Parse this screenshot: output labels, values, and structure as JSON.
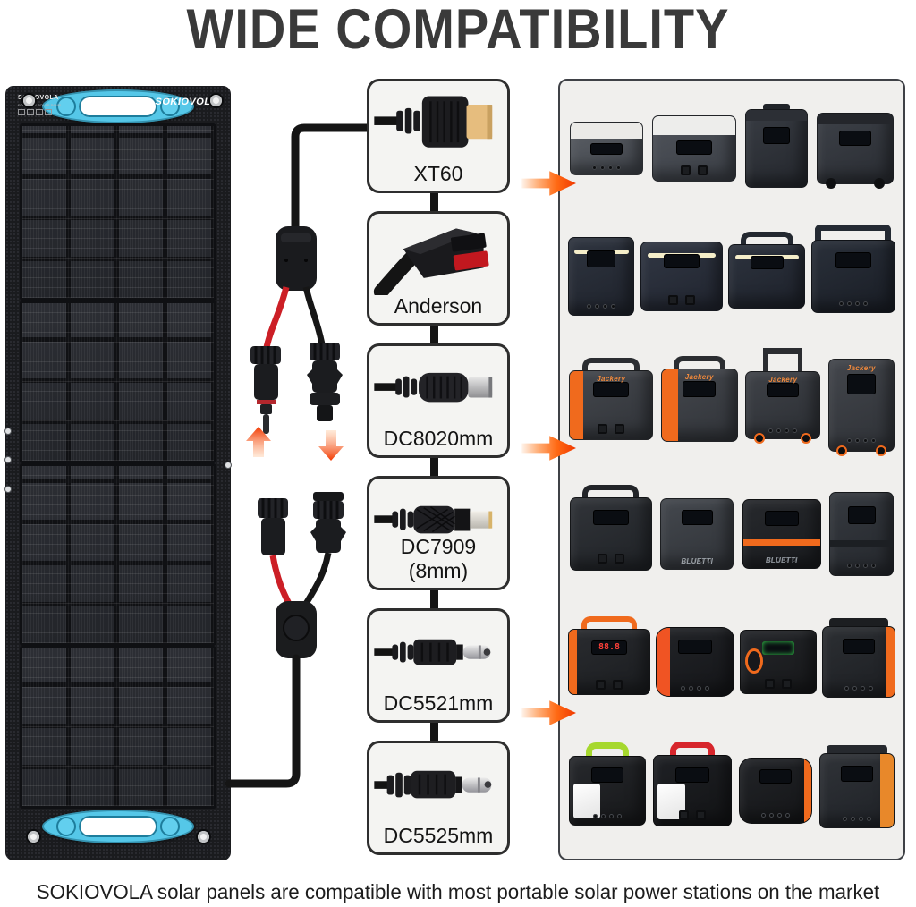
{
  "title": "WIDE COMPATIBILITY",
  "footer": "SOKIOVOLA solar panels are compatible with most portable solar power stations on the market",
  "colors": {
    "accent_orange": "#f06a1d",
    "arrow_red": "#f03800",
    "handle_cyan": "#55c7e8",
    "panel_fabric": "#1a1b1e",
    "connector_box_bg": "#f4f4f2",
    "title_gray": "#3a3a3a"
  },
  "solar_panel": {
    "brand": "SOKIOVOLA",
    "label_title": "SOKIOVOLA",
    "label_subtitle": "FOLDABLE SOLAR PANEL",
    "certification_icons": [
      "ce-icon",
      "fcc-icon",
      "rohs-icon",
      "recycle-icon"
    ],
    "sections": 4,
    "handle_positions": [
      "top",
      "bottom"
    ]
  },
  "cable_assembly": {
    "icons": [
      "y-splitter-icon",
      "mc4-connector-pair-icon",
      "arrow-up-icon",
      "arrow-down-icon"
    ],
    "wire_colors": [
      "#cc1f26",
      "#161616"
    ]
  },
  "connectors": {
    "boxes": [
      {
        "label": "XT60",
        "variant": "xt60",
        "arrow": true
      },
      {
        "label": "Anderson",
        "variant": "anderson",
        "arrow": false
      },
      {
        "label": "DC8020mm",
        "variant": "dc8020",
        "arrow": true
      },
      {
        "label": "DC7909 (8mm)",
        "variant": "dc7909",
        "arrow": false
      },
      {
        "label": "DC5521mm",
        "variant": "dc5521",
        "arrow": true
      },
      {
        "label": "DC5525mm",
        "variant": "dc5525",
        "arrow": false
      }
    ]
  },
  "stations": {
    "rows": [
      [
        {
          "w": 82,
          "h": 60,
          "body": "#5c6066",
          "body2": "#3f434a",
          "top": "#ebeae7",
          "th": 32,
          "screen": 1,
          "ports": 1
        },
        {
          "w": 94,
          "h": 74,
          "body": "#50545b",
          "body2": "#3a3e45",
          "top": "#ededeb",
          "th": 30,
          "screen": 1,
          "outlets": 1
        },
        {
          "w": 70,
          "h": 88,
          "body": "#383c43",
          "body2": "#24272d",
          "top": "#2c2f35",
          "th": 14,
          "screen": 1,
          "handle": "flap",
          "hcolor": "#212429"
        },
        {
          "w": 86,
          "h": 80,
          "body": "#3d4148",
          "body2": "#292c32",
          "top": "#24262b",
          "th": 16,
          "screen": 1,
          "wheels": 1,
          "wcolor": "#101113"
        }
      ],
      [
        {
          "w": 74,
          "h": 88,
          "body": "#2f3540",
          "body2": "#1e222b",
          "lightbar": 1,
          "screen": 1,
          "ports": 1
        },
        {
          "w": 92,
          "h": 78,
          "body": "#313744",
          "body2": "#20242e",
          "lightbar": 1,
          "screen": 1,
          "outlets": 1
        },
        {
          "w": 86,
          "h": 72,
          "body": "#2d333e",
          "body2": "#1d212a",
          "lightbar": 1,
          "screen": 1,
          "handle": "arch",
          "hcolor": "#232830"
        },
        {
          "w": 94,
          "h": 82,
          "body": "#2a303a",
          "body2": "#191d25",
          "screen": 1,
          "handle": "frame",
          "hcolor": "#242a33",
          "ports": 1
        }
      ],
      [
        {
          "w": 94,
          "h": 78,
          "body": "#45484e",
          "body2": "#303338",
          "screen": 1,
          "outlets": 1,
          "accent": "#f06a1d",
          "aside": "left",
          "aw": 16,
          "handle": "arch",
          "hcolor": "#2b2d31",
          "label": "Jackery",
          "lcolor": "#f28a3c"
        },
        {
          "w": 86,
          "h": 82,
          "body": "#45484e",
          "body2": "#303338",
          "screen": 1,
          "accent": "#f06a1d",
          "aside": "left",
          "aw": 22,
          "handle": "arch",
          "hcolor": "#2b2d31",
          "label": "Jackery",
          "lcolor": "#f28a3c"
        },
        {
          "w": 84,
          "h": 76,
          "body": "#3f4248",
          "body2": "#2b2e33",
          "screen": 1,
          "ports": 1,
          "handle": "pole",
          "hcolor": "#2b2d31",
          "label": "Jackery",
          "lcolor": "#f28a3c",
          "wheels": 1,
          "wcolor": "#f06a1d"
        },
        {
          "w": 74,
          "h": 104,
          "body": "#43464c",
          "body2": "#2e3136",
          "screen": 1,
          "ports": 1,
          "label": "Jackery",
          "lcolor": "#f28a3c",
          "wheels": 1,
          "wcolor": "#f06a1d"
        }
      ],
      [
        {
          "w": 92,
          "h": 82,
          "body": "#313439",
          "body2": "#1f2226",
          "screen": 1,
          "outlets": 1,
          "handle": "arch",
          "hcolor": "#222428"
        },
        {
          "w": 82,
          "h": 80,
          "body": "#44484e",
          "body2": "#2f3237",
          "screen": 1,
          "ports": 1,
          "label": "BLUETTI",
          "lcolor": "#9aa0a6",
          "lpos": "bottom"
        },
        {
          "w": 88,
          "h": 78,
          "body": "#27292d",
          "body2": "#191b1e",
          "screen": 1,
          "band": "#f06a1d",
          "ports": 1,
          "label": "BLUETTI",
          "lcolor": "#8d939a",
          "lpos": "bottom"
        },
        {
          "w": 72,
          "h": 94,
          "body": "#363a40",
          "body2": "#24272c",
          "screen": 1,
          "ports": 1,
          "band": "#1c1f23"
        }
      ],
      [
        {
          "w": 92,
          "h": 74,
          "body": "#2a2c30",
          "body2": "#1a1c1f",
          "screen": 1,
          "stext": "88.8",
          "scolor": "#ff4038",
          "outlets": 1,
          "handle": "arch",
          "hcolor": "#f06a1d",
          "accent": "#f06a1d",
          "aside": "left",
          "aw": 10
        },
        {
          "w": 88,
          "h": 78,
          "body": "#222428",
          "body2": "#141518",
          "screen": 1,
          "ports": 1,
          "accent": "#f05423",
          "aside": "left",
          "aw": 18,
          "r": 14
        },
        {
          "w": 86,
          "h": 72,
          "body": "#24262a",
          "body2": "#161719",
          "screen": 1,
          "scolor": "#37d14f",
          "outlets": 1,
          "speaker": "#f06a1d"
        },
        {
          "w": 82,
          "h": 80,
          "body": "#2c2f33",
          "body2": "#1c1e22",
          "screen": 1,
          "ports": 1,
          "accent": "#f06a1d",
          "aside": "right",
          "aw": 12,
          "handle": "bar",
          "hcolor": "#1c1e21"
        }
      ],
      [
        {
          "w": 86,
          "h": 78,
          "body": "#27292d",
          "body2": "#161719",
          "lightpanel": 1,
          "ports": 1,
          "handle": "loop",
          "hcolor": "#a6d82e",
          "screen": 1
        },
        {
          "w": 88,
          "h": 80,
          "body": "#1f2125",
          "body2": "#121315",
          "lightpanel": 1,
          "screen": 1,
          "handle": "loop",
          "hcolor": "#d7262c",
          "outlets": 1
        },
        {
          "w": 82,
          "h": 74,
          "body": "#222428",
          "body2": "#141517",
          "screen": 1,
          "ports": 1,
          "accent": "#f06a1d",
          "aside": "right",
          "aw": 10,
          "r": 14
        },
        {
          "w": 84,
          "h": 84,
          "body": "#303338",
          "body2": "#1e2126",
          "screen": 1,
          "ports": 1,
          "accent": "#e8882a",
          "aside": "right",
          "aw": 18,
          "handle": "bar",
          "hcolor": "#26292e"
        }
      ]
    ]
  }
}
